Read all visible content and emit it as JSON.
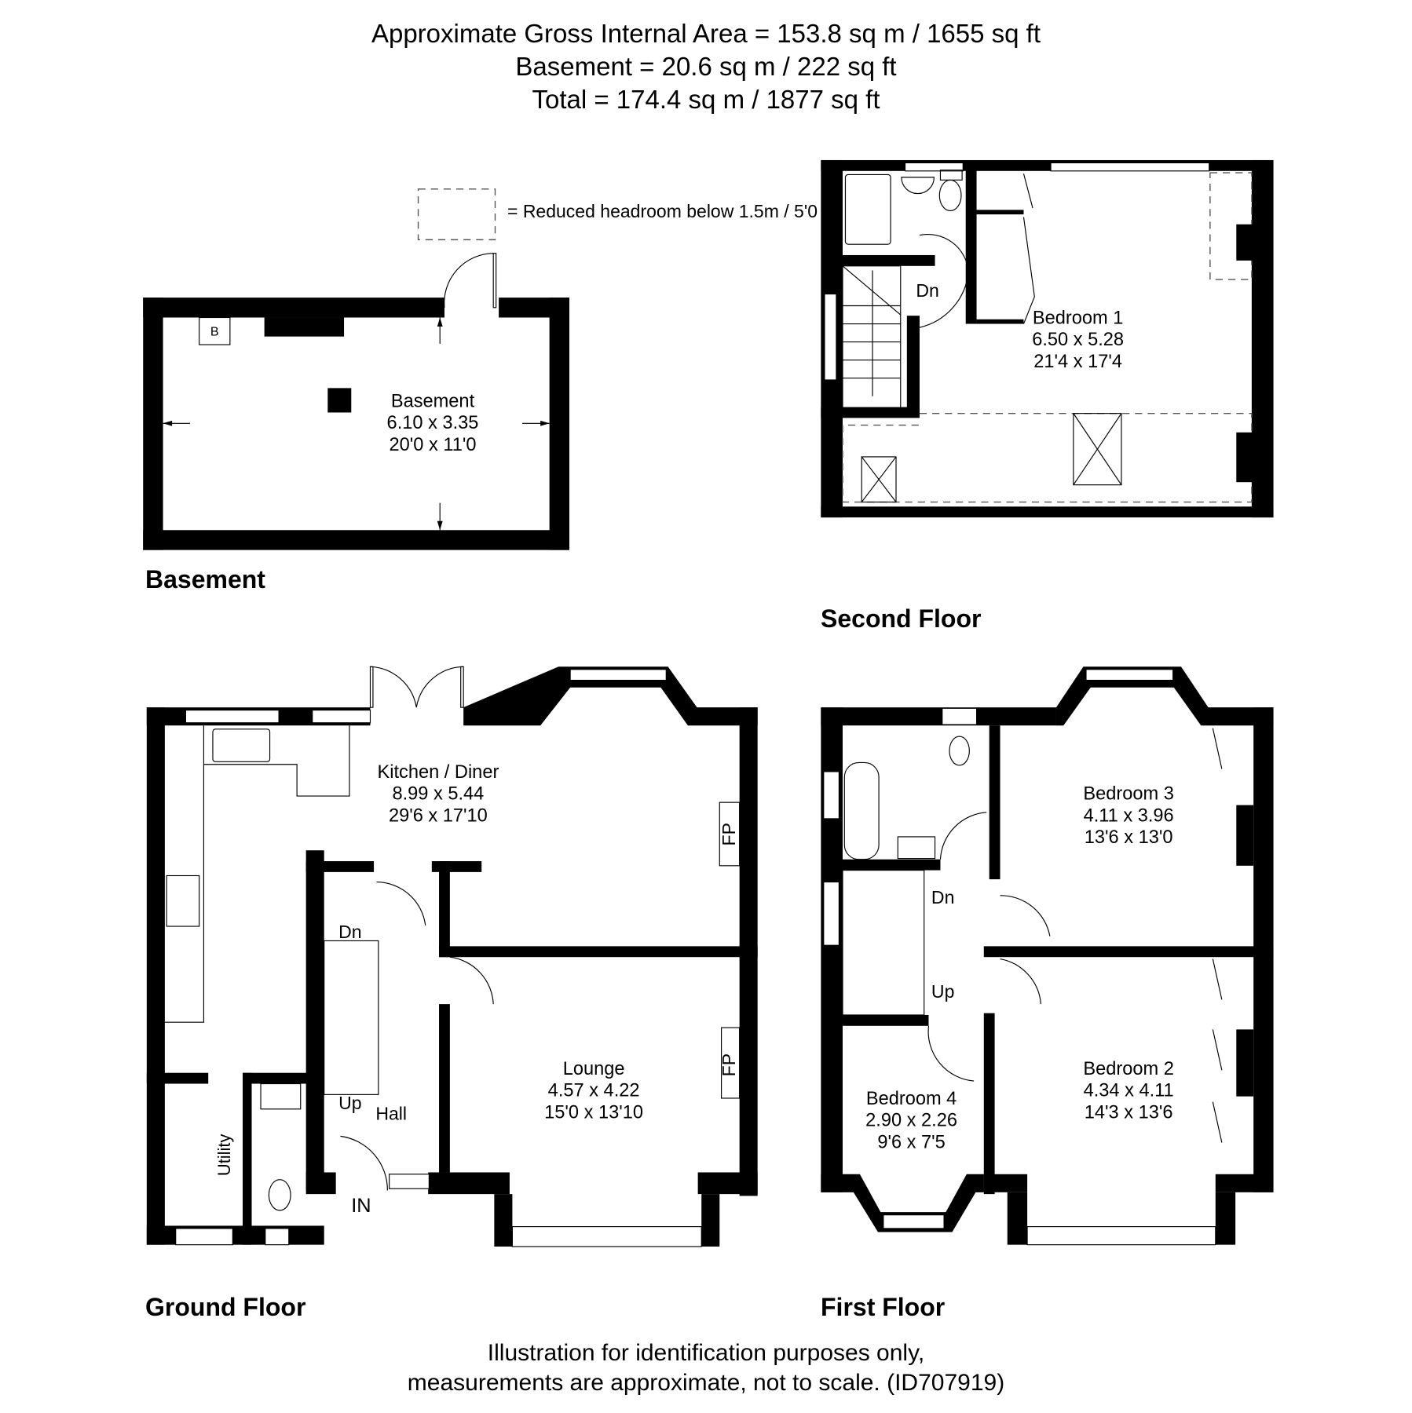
{
  "header": {
    "line1": "Approximate Gross Internal Area = 153.8 sq m / 1655 sq ft",
    "line2": "Basement = 20.6 sq m / 222 sq ft",
    "line3": "Total = 174.4 sq m / 1877 sq ft"
  },
  "legend": {
    "icon": "dashed-rectangle",
    "text": "= Reduced headroom below 1.5m / 5'0"
  },
  "floors": {
    "basement": {
      "title": "Basement",
      "rooms": [
        {
          "name": "Basement",
          "metric": "6.10 x 3.35",
          "imperial": "20'0 x 11'0"
        }
      ],
      "labels": {
        "boiler": "B"
      }
    },
    "second": {
      "title": "Second Floor",
      "rooms": [
        {
          "name": "Bedroom 1",
          "metric": "6.50 x 5.28",
          "imperial": "21'4 x 17'4"
        }
      ],
      "labels": {
        "stairs": "Dn"
      }
    },
    "ground": {
      "title": "Ground Floor",
      "rooms": [
        {
          "name": "Kitchen / Diner",
          "metric": "8.99 x 5.44",
          "imperial": "29'6 x 17'10"
        },
        {
          "name": "Lounge",
          "metric": "4.57 x 4.22",
          "imperial": "15'0 x 13'10"
        }
      ],
      "labels": {
        "utility": "Utility",
        "hall": "Hall",
        "dn": "Dn",
        "up": "Up",
        "entrance": "IN",
        "fireplace1": "FP",
        "fireplace2": "FP"
      }
    },
    "first": {
      "title": "First Floor",
      "rooms": [
        {
          "name": "Bedroom 3",
          "metric": "4.11 x 3.96",
          "imperial": "13'6 x 13'0"
        },
        {
          "name": "Bedroom 2",
          "metric": "4.34 x 4.11",
          "imperial": "14'3 x 13'6"
        },
        {
          "name": "Bedroom 4",
          "metric": "2.90 x 2.26",
          "imperial": "9'6 x 7'5"
        }
      ],
      "labels": {
        "dn": "Dn",
        "up": "Up"
      }
    }
  },
  "footer": {
    "line1": "Illustration for identification purposes only,",
    "line2": "measurements are approximate, not to scale. (ID707919)"
  }
}
